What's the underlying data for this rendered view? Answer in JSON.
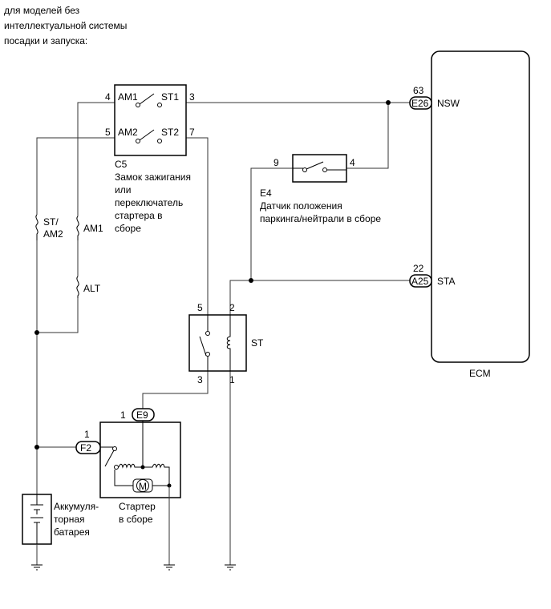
{
  "header": {
    "line1": "для моделей без",
    "line2": "интеллектуальной системы",
    "line3": "посадки и запуска:"
  },
  "ecm": {
    "label": "ECM",
    "pin_nsw_num": "63",
    "pin_nsw_conn": "E26",
    "pin_nsw_name": "NSW",
    "pin_sta_num": "22",
    "pin_sta_conn": "A25",
    "pin_sta_name": "STA"
  },
  "ignition_switch": {
    "code": "C5",
    "desc1": "Замок зажигания",
    "desc2": "или",
    "desc3": "переключатель",
    "desc4": "стартера в",
    "desc5": "сборе",
    "am1_pin": "4",
    "am1_label": "AM1",
    "st1_label": "ST1",
    "st1_pin": "3",
    "am2_pin": "5",
    "am2_label": "AM2",
    "st2_label": "ST2",
    "st2_pin": "7"
  },
  "park_neutral": {
    "code": "E4",
    "desc1": "Датчик положения",
    "desc2": "паркинга/нейтрали в сборе",
    "pin_left": "9",
    "pin_right": "4"
  },
  "fuses": {
    "st_am2_line1": "ST/",
    "st_am2_line2": "AM2",
    "am1": "AM1",
    "alt": "ALT"
  },
  "relay": {
    "label": "ST",
    "pin_tl": "5",
    "pin_tr": "2",
    "pin_bl": "3",
    "pin_br": "1"
  },
  "starter": {
    "conn_e9": "E9",
    "e9_pin": "1",
    "conn_f2": "F2",
    "f2_pin": "1",
    "desc1": "Стартер",
    "desc2": "в сборе",
    "motor_symbol": "M"
  },
  "battery": {
    "desc1": "Аккумуля-",
    "desc2": "торная",
    "desc3": "батарея"
  }
}
